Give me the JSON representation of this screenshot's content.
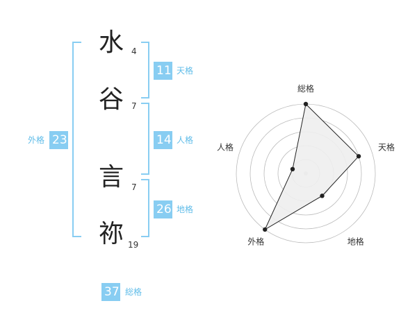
{
  "name": {
    "chars": [
      {
        "char": "水",
        "strokes": "4"
      },
      {
        "char": "谷",
        "strokes": "7"
      },
      {
        "char": "言",
        "strokes": "7"
      },
      {
        "char": "祢",
        "strokes": "19"
      }
    ]
  },
  "scores": {
    "tenkaku": {
      "label": "天格",
      "value": "11"
    },
    "jinkaku": {
      "label": "人格",
      "value": "14"
    },
    "chikaku": {
      "label": "地格",
      "value": "26"
    },
    "gaikaku": {
      "label": "外格",
      "value": "23"
    },
    "soukaku": {
      "label": "総格",
      "value": "37"
    }
  },
  "colors": {
    "accent": "#88cdf2",
    "accent_text": "#61bde9",
    "radar_fill": "#eeeeee",
    "ring": "#bbbbbb"
  },
  "chart_data": {
    "type": "radar",
    "axes": [
      "総格",
      "天格",
      "地格",
      "外格",
      "人格"
    ],
    "values": [
      5,
      4,
      2,
      5,
      1
    ],
    "rlim": [
      0,
      5
    ],
    "rings": 5
  }
}
